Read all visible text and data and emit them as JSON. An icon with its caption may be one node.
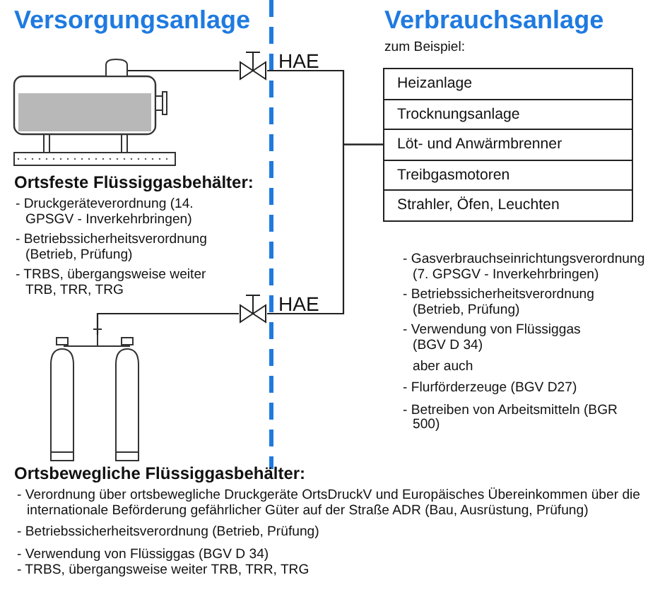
{
  "diagram": {
    "nodes": [
      {
        "text": [],
        "shape": "picture"
      },
      {
        "text": [],
        "shape": "valve",
        "beside": [
          "HAE"
        ]
      },
      {
        "text": [],
        "shape": "picture"
      },
      {
        "text": [],
        "shape": "valve",
        "beside": [
          "HAE"
        ]
      },
      {
        "text": [
          "Heizanlage"
        ]
      },
      {
        "text": [
          "Trocknungsanlage"
        ]
      },
      {
        "text": [
          "Löt- und Anwärmbrenner"
        ]
      },
      {
        "text": [
          "Treibgasmotoren"
        ]
      },
      {
        "text": [
          "Strahler, Öfen, Leuchten"
        ]
      }
    ],
    "edges": [
      {
        "from": 0,
        "to": 1,
        "arrow": "none"
      },
      {
        "from": 1,
        "to": 6,
        "arrow": "none"
      },
      {
        "from": 2,
        "to": 3,
        "arrow": "none"
      },
      {
        "from": 3,
        "to": 6,
        "arrow": "none"
      }
    ],
    "labels": [
      "Versorgungsanlage",
      "Verbrauchsanlage",
      "zum Beispiel:",
      "Ortsfeste Flüssiggasbehälter:",
      "- Druckgeräteverordnung (14. GPSGV - Inverkehrbringen)",
      "- Betriebssicherheitsverordnung (Betrieb, Prüfung)",
      "- TRBS, übergangsweise weiter TRB, TRR, TRG",
      "- Gasverbrauchseinrichtungsverordnung (7. GPSGV - Inverkehrbringen)",
      "- Betriebssicherheitsverordnung (Betrieb, Prüfung)",
      "- Verwendung von Flüssiggas (BGV D 34)",
      "aber auch",
      "- Flurförderzeuge (BGV D27)",
      "- Betreiben von Arbeitsmitteln (BGR 500)",
      "Ortsbewegliche Flüssiggasbehälter:",
      "- Verordnung über ortsbewegliche Druckgeräte OrtsDruckV und Europäisches Übereinkommen über die internationale Beförderung gefährlicher Güter auf der Straße ADR (Bau, Ausrüstung, Prüfung)",
      "- Betriebssicherheitsverordnung (Betrieb, Prüfung)",
      "- Verwendung von Flüssiggas (BGV D 34)",
      "- TRBS, übergangsweise weiter TRB, TRR, TRG"
    ]
  }
}
